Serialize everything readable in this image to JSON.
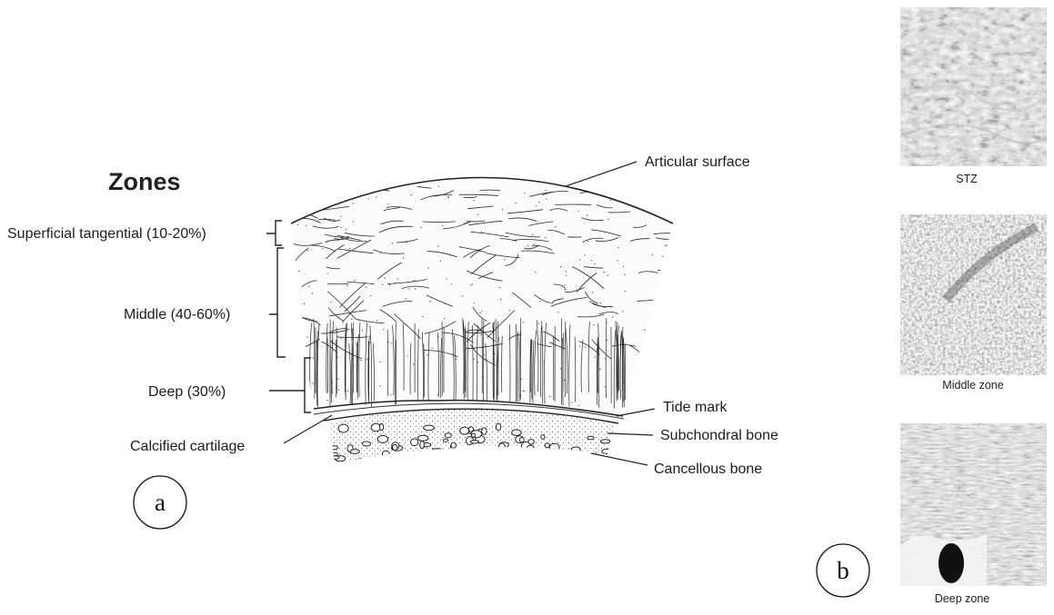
{
  "diagram": {
    "title": "Zones",
    "zones": {
      "superficial": "Superficial tangential (10-20%)",
      "middle": "Middle (40-60%)",
      "deep": "Deep (30%)",
      "calcified": "Calcified cartilage"
    },
    "structures": {
      "articular_surface": "Articular surface",
      "tide_mark": "Tide mark",
      "subchondral_bone": "Subchondral bone",
      "cancellous_bone": "Cancellous bone"
    },
    "panel_a": "a"
  },
  "micrographs": {
    "panel_b": "b",
    "images": [
      {
        "caption": "STZ"
      },
      {
        "caption": "Middle zone"
      },
      {
        "caption": "Deep zone"
      }
    ]
  }
}
